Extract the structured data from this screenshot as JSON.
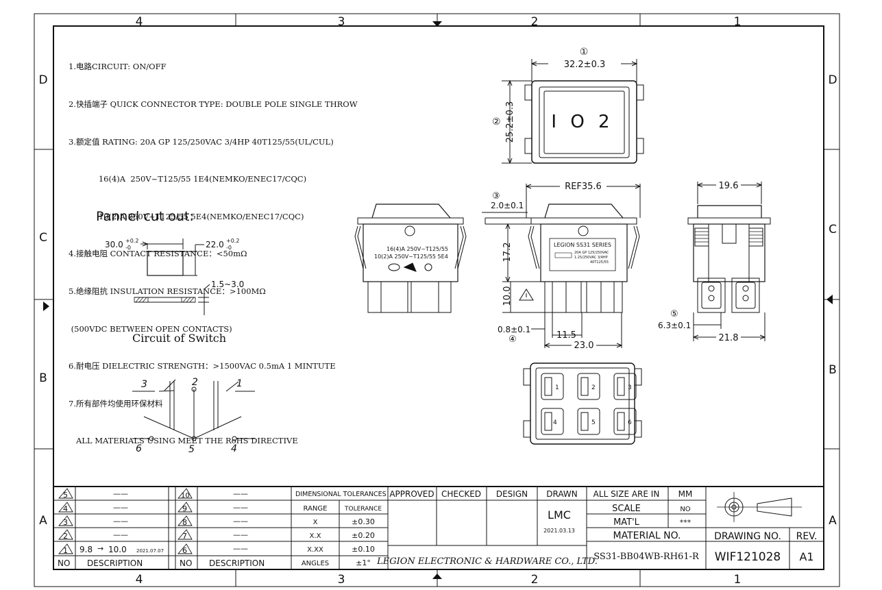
{
  "zones": {
    "columns": [
      "4",
      "3",
      "2",
      "1"
    ],
    "rows": [
      "D",
      "C",
      "B",
      "A"
    ]
  },
  "notes": [
    "1.电路CIRCUIT: ON/OFF",
    "2.快插端子 QUICK CONNECTOR TYPE: DOUBLE POLE SINGLE THROW",
    "3.额定值 RATING: 20A GP 125/250VAC 3/4HP 40T125/55(UL/CUL)",
    "            16(4)A  250V~T125/55 1E4(NEMKO/ENEC17/CQC)",
    "            10(2)A 250V~T125/55 5E4(NEMKO/ENEC17/CQC)",
    "4.接触电阻 CONTACT RESISTANCE：<50mΩ",
    "5.绝缘阻抗 INSULATION RESISTANCE：>100MΩ",
    " (500VDC BETWEEN OPEN CONTACTS)",
    "6.耐电压 DIELECTRIC STRENGTH：>1500VAC 0.5mA 1 MINTUTE",
    "7.所有部件均使用环保材料",
    "   ALL MATERIALS USING MEET THE RoHS DIRECTIVE"
  ],
  "panel_cutout": {
    "title": "Pannel cut out:",
    "width_base": "30.0",
    "height_base": "22.0",
    "tol_plus": "+0.2",
    "tol_minus": "-0",
    "thickness": "1.5~3.0"
  },
  "circuit": {
    "title": "Circuit of Switch",
    "pins": [
      "3",
      "2",
      "1",
      "6",
      "5",
      "4"
    ]
  },
  "top_view": {
    "callout": "①",
    "width": "32.2±0.3",
    "height_callout": "②",
    "height": "25.2±0.3",
    "symbols": "I O 2"
  },
  "side_left_labels": [
    "16(4)A 250V~T125/55",
    "10(2)A  250V~T125/55 5E4"
  ],
  "front_view": {
    "ref_width": "REF35.6",
    "callout3": "③",
    "flange": "2.0±0.1",
    "dim_172": "17.2",
    "dim_100": "10.0",
    "callout4": "④",
    "terminal_thk": "0.8±0.1",
    "dim_115": "11.5",
    "dim_230": "23.0",
    "label_title": "LEGION SS31 SERIES",
    "label_lines": [
      "20A GP 125/250VAC",
      "1.25/250VAC 3/4HP",
      "40T125/55"
    ]
  },
  "end_view": {
    "depth": "19.6",
    "callout5": "⑤",
    "terminal_w": "6.3±0.1",
    "dim_218": "21.8"
  },
  "bottom_view_pins": [
    "1",
    "2",
    "3",
    "4",
    "5",
    "6"
  ],
  "revisions": {
    "left": [
      {
        "no": "5",
        "desc": "——"
      },
      {
        "no": "4",
        "desc": "——"
      },
      {
        "no": "3",
        "desc": "——"
      },
      {
        "no": "2",
        "desc": "——"
      },
      {
        "no": "1",
        "from": "9.8",
        "to": "10.0",
        "date": "2021.07.07"
      }
    ],
    "right": [
      {
        "no": "10",
        "desc": "——"
      },
      {
        "no": "9",
        "desc": "——"
      },
      {
        "no": "8",
        "desc": "——"
      },
      {
        "no": "7",
        "desc": "——"
      },
      {
        "no": "6",
        "desc": "——"
      }
    ],
    "hdr_no": "NO",
    "hdr_desc": "DESCRIPTION"
  },
  "tolerances": {
    "title": "DIMENSIONAL TOLERANCES",
    "hdr_range": "RANGE",
    "hdr_tol": "TOLERANCE",
    "rows": [
      {
        "range": "X",
        "tol": "±0.30"
      },
      {
        "range": "X.X",
        "tol": "±0.20"
      },
      {
        "range": "X.XX",
        "tol": "±0.10"
      },
      {
        "range": "ANGLES",
        "tol": "±1°"
      }
    ]
  },
  "approval": {
    "approved": "APPROVED",
    "checked": "CHECKED",
    "design": "DESIGN",
    "drawn": "DRAWN",
    "drawn_by": "LMC",
    "drawn_date": "2021.03.13",
    "company": "LEGION ELECTRONIC & HARDWARE CO., LTD."
  },
  "title_block": {
    "size_label": "ALL SIZE ARE IN",
    "size_unit": "MM",
    "scale_label": "SCALE",
    "scale_value": "NO",
    "matl_label": "MAT'L",
    "matl_value": "***",
    "material_no_label": "MATERIAL NO.",
    "material_no": "SS31-BB04WB-RH61-R",
    "drawing_no_label": "DRAWING NO.",
    "drawing_no": "WIF121028",
    "rev_label": "REV.",
    "rev": "A1"
  }
}
